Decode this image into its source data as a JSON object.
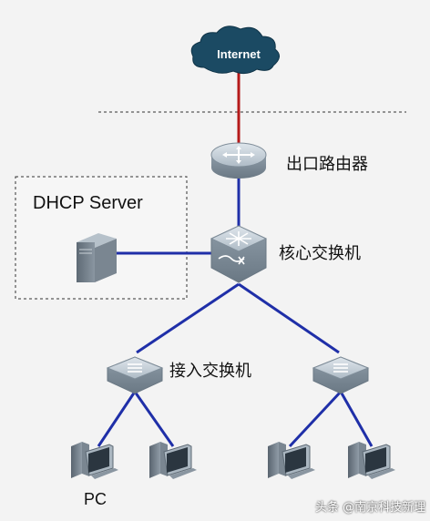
{
  "internet": {
    "label": "Internet"
  },
  "router": {
    "label": "出口路由器"
  },
  "core_switch": {
    "label": "核心交换机"
  },
  "access_switch": {
    "label": "接入交换机"
  },
  "dhcp_server": {
    "label": "DHCP Server"
  },
  "pc": {
    "label": "PC"
  },
  "watermark": {
    "text": "头条 @南京科技新理"
  },
  "colors": {
    "wan_link": "#b51a1a",
    "lan_link": "#1f2fa8",
    "background": "#f3f3f3",
    "cloud": "#1b4a63",
    "device": "#a9b6c1"
  }
}
